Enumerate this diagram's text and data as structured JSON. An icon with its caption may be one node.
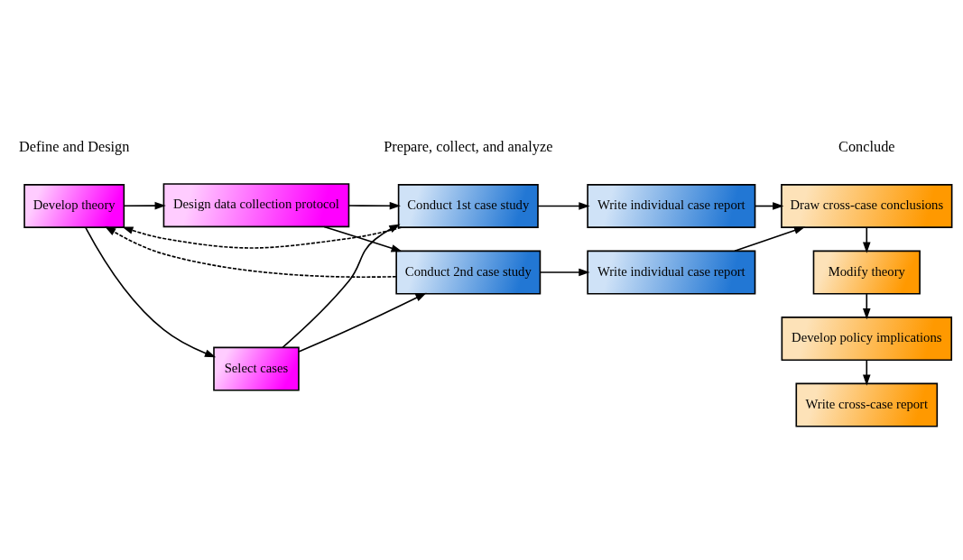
{
  "diagram": {
    "nodes": [
      {
        "text": [
          "Develop theory"
        ]
      },
      {
        "text": [
          "Select cases"
        ]
      },
      {
        "text": [
          "Design data collection protocol"
        ]
      },
      {
        "text": [
          "Conduct 1st case study"
        ]
      },
      {
        "text": [
          "Conduct 2nd case study"
        ]
      },
      {
        "text": [
          "Write individual case report"
        ]
      },
      {
        "text": [
          "Write individual case report"
        ]
      },
      {
        "text": [
          "Draw cross-case conclusions"
        ]
      },
      {
        "text": [
          "Modify theory"
        ]
      },
      {
        "text": [
          "Develop policy implications"
        ]
      },
      {
        "text": [
          "Write cross-case report"
        ]
      }
    ],
    "edges": [
      {
        "from": 0,
        "to": 1,
        "arrow": "to"
      },
      {
        "from": 0,
        "to": 2,
        "arrow": "to"
      },
      {
        "from": 1,
        "to": 3,
        "arrow": "to"
      },
      {
        "from": 1,
        "to": 4,
        "arrow": "to"
      },
      {
        "from": 2,
        "to": 3,
        "arrow": "to"
      },
      {
        "from": 2,
        "to": 4,
        "arrow": "to"
      },
      {
        "from": 3,
        "to": 5,
        "arrow": "to"
      },
      {
        "from": 4,
        "to": 6,
        "arrow": "to"
      },
      {
        "from": 5,
        "to": 7,
        "arrow": "to"
      },
      {
        "from": 6,
        "to": 7,
        "arrow": "to"
      },
      {
        "from": 7,
        "to": 8,
        "arrow": "to"
      },
      {
        "from": 8,
        "to": 9,
        "arrow": "to"
      },
      {
        "from": 9,
        "to": 10,
        "arrow": "to"
      },
      {
        "from": 3,
        "to": 0,
        "arrow": "to",
        "style": "dashed"
      },
      {
        "from": 4,
        "to": 0,
        "arrow": "to",
        "style": "dashed"
      }
    ],
    "labels": [
      "Define and Design",
      "Prepare, collect, and analyze",
      "Conclude"
    ]
  }
}
